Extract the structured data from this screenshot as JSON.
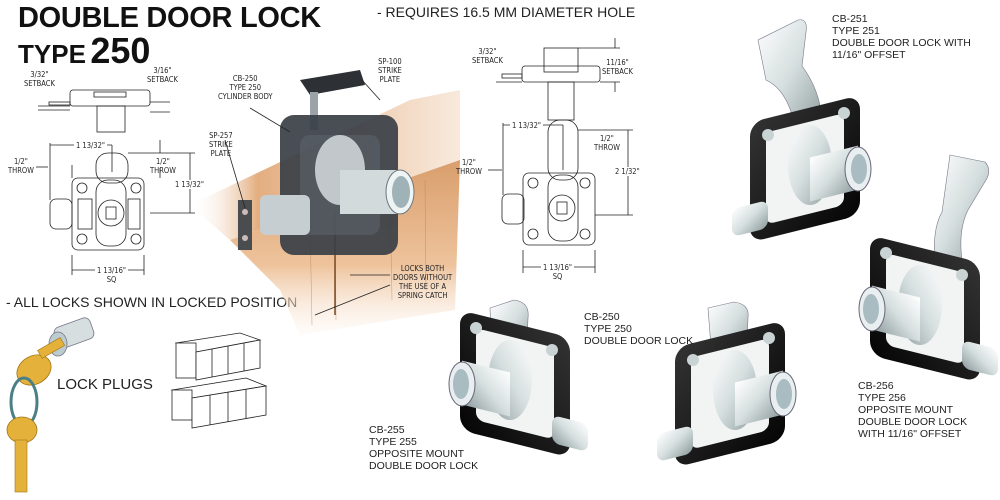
{
  "title": {
    "line1": "DOUBLE DOOR LOCK",
    "line2_prefix": "TYPE",
    "line2_number": "250"
  },
  "notes": {
    "requires": "- REQUIRES 16.5 MM DIAMETER HOLE",
    "locked_position": "- ALL LOCKS SHOWN IN LOCKED POSITION",
    "lock_plugs": "LOCK PLUGS"
  },
  "callouts": {
    "cb250_body": [
      "CB-250",
      "TYPE 250",
      "CYLINDER BODY"
    ],
    "sp100": [
      "SP-100",
      "STRIKE",
      "PLATE"
    ],
    "sp257": [
      "SP-257",
      "STRIKE",
      "PLATE"
    ],
    "locks_both": [
      "LOCKS BOTH",
      "DOORS WITHOUT",
      "THE USE OF A",
      "SPRING CATCH"
    ]
  },
  "drawing_left": {
    "setback_left": "3/32\"",
    "setback_left_label": "SETBACK",
    "setback_right": "3/16\"",
    "setback_right_label": "SETBACK",
    "width_top": "1 13/32\"",
    "throw_left": "1/2\"",
    "throw_left_label": "THROW",
    "throw_right": "1/2\"",
    "throw_right_label": "THROW",
    "height": "1 13/32\"",
    "square": "1 13/16\"",
    "square_label": "SQ"
  },
  "drawing_right": {
    "setback_left": "3/32\"",
    "setback_left_label": "SETBACK",
    "setback_right": "11/16\"",
    "setback_right_label": "SETBACK",
    "width_top": "1 13/32\"",
    "throw_left": "1/2\"",
    "throw_left_label": "THROW",
    "throw_right": "1/2\"",
    "throw_right_label": "THROW",
    "height": "2 1/32\"",
    "square": "1 13/16\"",
    "square_label": "SQ"
  },
  "products": [
    {
      "code": "CB-251",
      "type": "TYPE 251",
      "desc1": "DOUBLE DOOR LOCK WITH",
      "desc2": "11/16\" OFFSET"
    },
    {
      "code": "CB-250",
      "type": "TYPE 250",
      "desc1": "DOUBLE DOOR LOCK",
      "desc2": ""
    },
    {
      "code": "CB-255",
      "type": "TYPE 255",
      "desc1": "OPPOSITE MOUNT",
      "desc2": "DOUBLE DOOR LOCK"
    },
    {
      "code": "CB-256",
      "type": "TYPE 256",
      "desc1": "OPPOSITE MOUNT",
      "desc2": "DOUBLE DOOR LOCK",
      "desc3": "WITH 11/16\" OFFSET"
    }
  ],
  "colors": {
    "lock_body": "#111111",
    "metal": "#dfe6e6",
    "wood": "#e8b98c",
    "key_gold": "#e4b23a"
  }
}
